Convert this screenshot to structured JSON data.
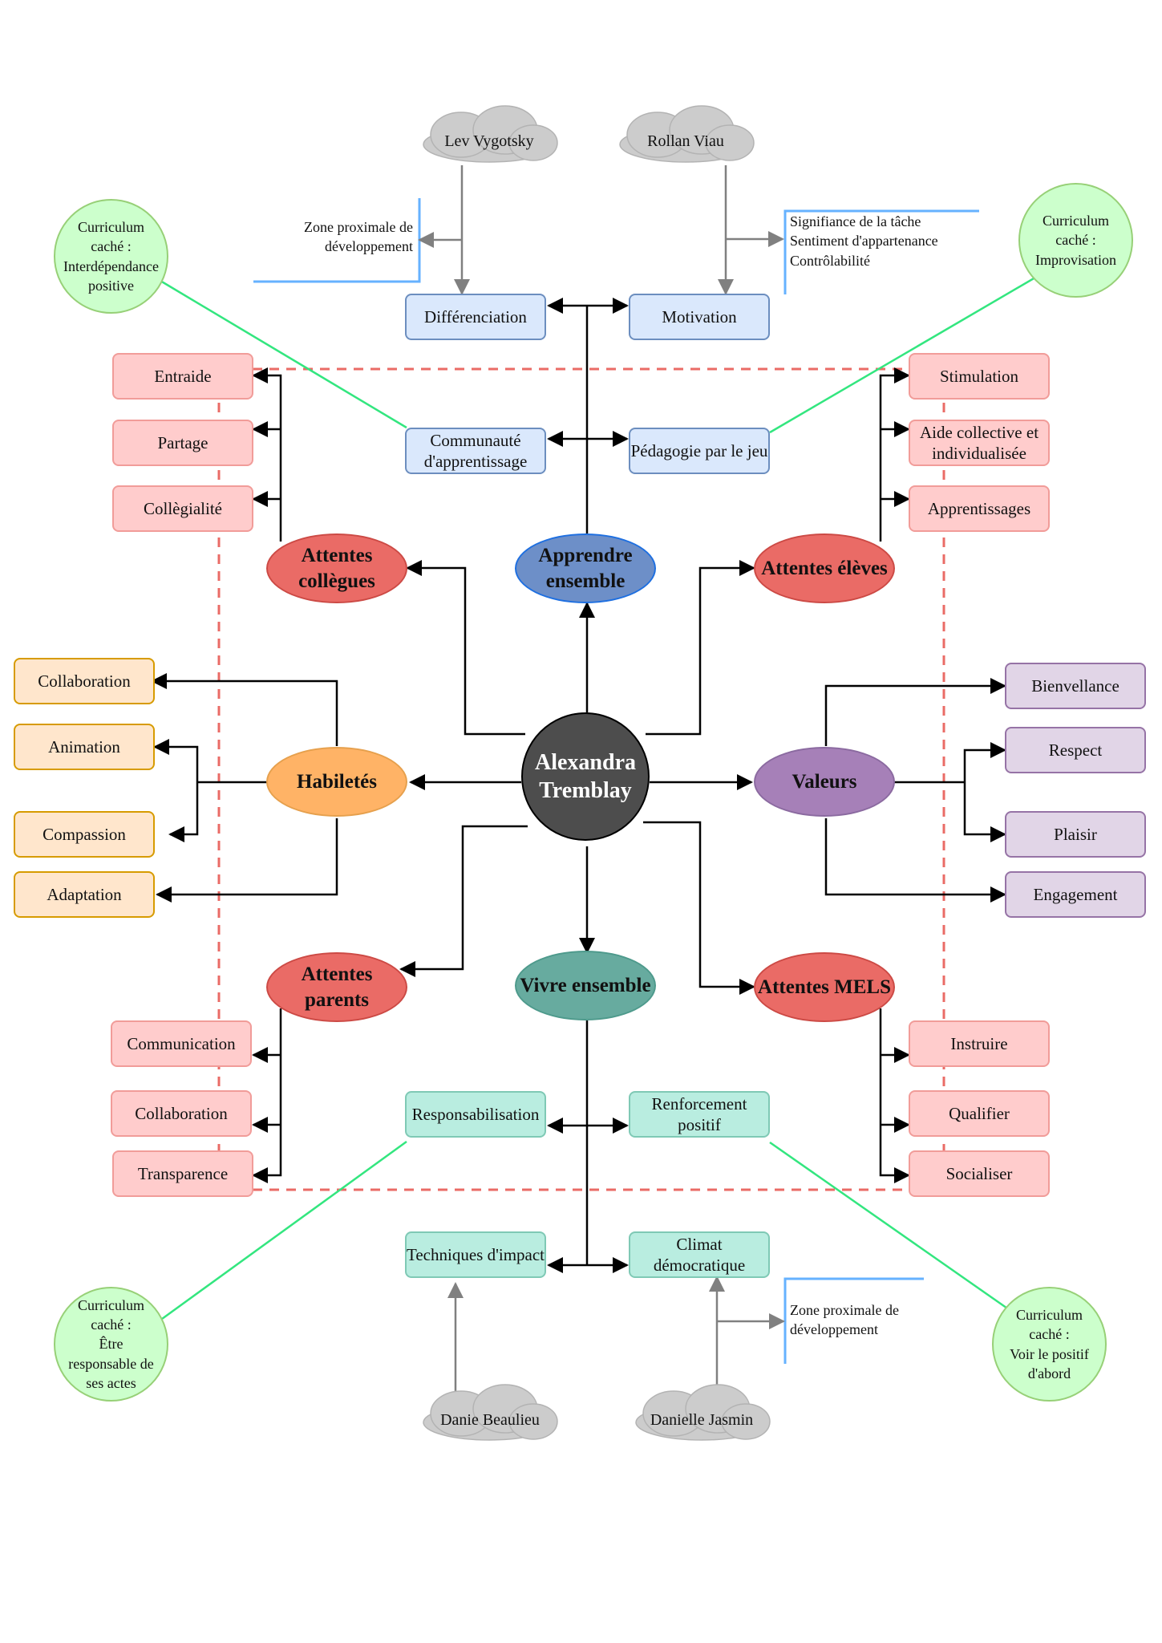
{
  "center": {
    "label": "Alexandra Tremblay",
    "color": "#4d4d4d"
  },
  "clouds": {
    "top_left": "Lev Vygotsky",
    "top_right": "Rollan Viau",
    "bottom_left": "Danie Beaulieu",
    "bottom_right": "Danielle Jasmin"
  },
  "notes": {
    "top_left": [
      "Zone proximale de",
      "développement"
    ],
    "top_right": [
      "Signifiance de la tâche",
      "Sentiment d'appartenance",
      "Contrôlabilité"
    ],
    "bottom_right": [
      "Zone proximale de",
      "développement"
    ]
  },
  "ellipses": {
    "apprendre": "Apprendre ensemble",
    "vivre": "Vivre ensemble",
    "habiletes": "Habiletés",
    "valeurs": "Valeurs",
    "collegues": "Attentes collègues",
    "eleves": "Attentes élèves",
    "parents": "Attentes parents",
    "mels": "Attentes MELS"
  },
  "blue_boxes": {
    "differenciation": "Différenciation",
    "motivation": "Motivation",
    "communaute": "Communauté d'apprentissage",
    "pedagogie": "Pédagogie par le jeu"
  },
  "teal_boxes": {
    "responsabilisation": "Responsabilisation",
    "renforcement": "Renforcement positif",
    "techniques": "Techniques d'impact",
    "climat": "Climat démocratique"
  },
  "collegues_items": [
    "Entraide",
    "Partage",
    "Collègialité"
  ],
  "eleves_items": [
    "Stimulation",
    "Aide collective et individualisée",
    "Apprentissages"
  ],
  "parents_items": [
    "Communication",
    "Collaboration",
    "Transparence"
  ],
  "mels_items": [
    "Instruire",
    "Qualifier",
    "Socialiser"
  ],
  "habiletes_items": [
    "Collaboration",
    "Animation",
    "Compassion",
    "Adaptation"
  ],
  "valeurs_items": [
    "Bienvellance",
    "Respect",
    "Plaisir",
    "Engagement"
  ],
  "curriculum": {
    "top_left": [
      "Curriculum",
      "caché :",
      "Interdépendance",
      "positive"
    ],
    "top_right": [
      "Curriculum",
      "caché :",
      "Improvisation"
    ],
    "bottom_left": [
      "Curriculum",
      "caché :",
      "Être",
      "responsable de",
      "ses actes"
    ],
    "bottom_right": [
      "Curriculum",
      "caché :",
      "Voir le positif",
      "d'abord"
    ]
  },
  "colors": {
    "pink_fill": "#ffcccc",
    "pink_stroke": "#f19c99",
    "red_ellipse": "#ea6b66",
    "blue_ellipse": "#6d8fc8",
    "teal_ellipse": "#67ab9f",
    "orange_ellipse": "#ffb366",
    "purple_ellipse": "#a680b8",
    "green_line": "#33e67f",
    "dashed_red": "#ea6b66",
    "note_blue": "#66b2ff"
  }
}
